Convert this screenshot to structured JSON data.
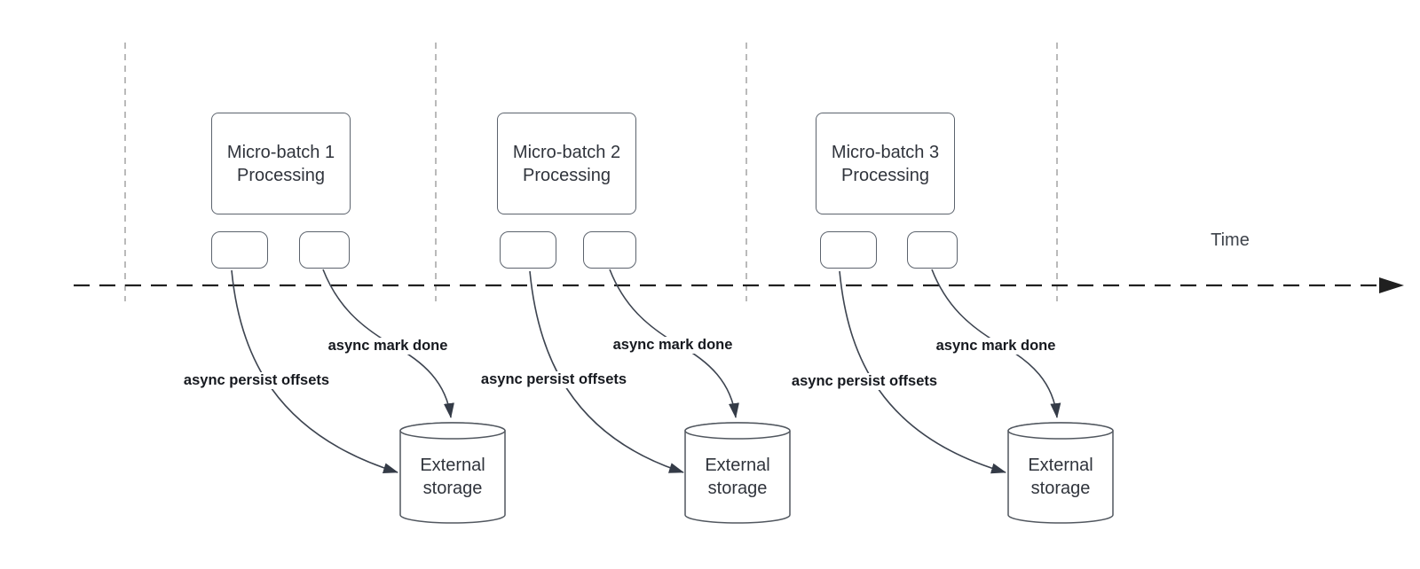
{
  "diagram": {
    "time_axis_label": "Time",
    "batches": [
      {
        "box_title_line1": "Micro-batch 1",
        "box_title_line2": "Processing",
        "persist_arrow_label": "async persist offsets",
        "mark_done_arrow_label": "async mark done",
        "storage_label_line1": "External",
        "storage_label_line2": "storage"
      },
      {
        "box_title_line1": "Micro-batch 2",
        "box_title_line2": "Processing",
        "persist_arrow_label": "async persist offsets",
        "mark_done_arrow_label": "async mark done",
        "storage_label_line1": "External",
        "storage_label_line2": "storage"
      },
      {
        "box_title_line1": "Micro-batch 3",
        "box_title_line2": "Processing",
        "persist_arrow_label": "async persist offsets",
        "mark_done_arrow_label": "async mark done",
        "storage_label_line1": "External",
        "storage_label_line2": "storage"
      }
    ],
    "colors": {
      "connector": "#3d4450",
      "timeline": "#202020",
      "gridline": "#a3a3a3",
      "shape_border": "#5c636d",
      "label_text": "#16191f",
      "shape_text": "#30343c"
    }
  }
}
